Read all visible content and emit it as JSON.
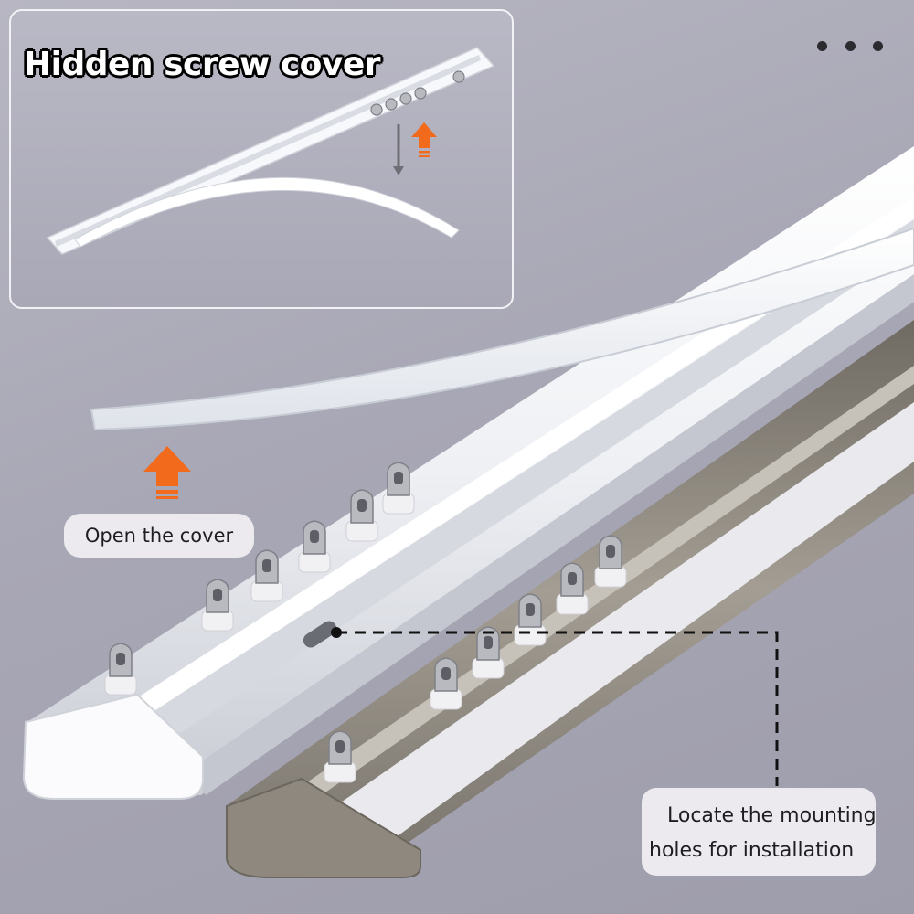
{
  "inset": {
    "title": "Hidden screw cover"
  },
  "callouts": {
    "open_cover": "Open the cover",
    "locate_line1": "Locate the mounting",
    "locate_line2": "holes for installation"
  },
  "colors": {
    "accent_arrow": "#f26a1b",
    "white_track": "#f4f5f8",
    "silver_track": "#9a948a"
  },
  "icons": {
    "menu": "more-dots-icon",
    "arrow": "up-arrow-icon"
  }
}
